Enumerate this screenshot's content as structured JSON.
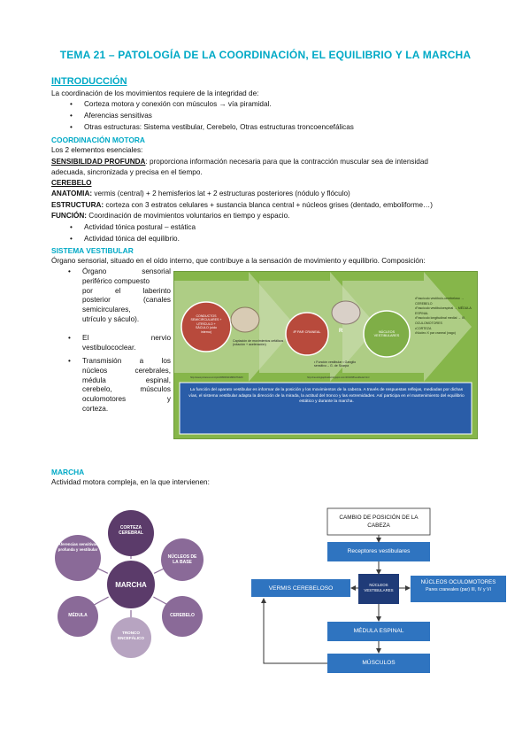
{
  "title": "TEMA 21 – PATOLOGÍA DE LA COORDINACIÓN, EL EQUILIBRIO Y LA MARCHA",
  "intro_heading": "INTRODUCCIÓN",
  "intro_text": "La coordinación de los movimientos requiere de la integridad de:",
  "intro_bullets": [
    "Corteza motora y conexión con músculos → vía piramidal.",
    "Aferencias sensitivas",
    "Otras estructuras: Sistema vestibular, Cerebelo, Otras estructuras troncoencefálicas"
  ],
  "coord_heading": "COORDINACIÓN MOTORA",
  "coord_intro": "Los 2 elementos esenciales:",
  "sens_label": "SENSIBILIDAD PROFUNDA",
  "sens_text_1": ": proporciona información necesaria para que la contracción muscular sea de intensidad",
  "sens_text_2": "adecuada, sincronizada y precisa en el tiempo.",
  "cerebelo_heading": "CEREBELO",
  "anatomia_label": "ANATOMIA:",
  "anatomia_text": " vermis (central) + 2 hemisferios lat + 2 estructuras posteriores (nódulo y flóculo)",
  "estructura_label": "ESTRUCTURA:",
  "estructura_text": " corteza con 3 estratos celulares + sustancia blanca central + núcleos grises (dentado, emboliforme…)",
  "funcion_label": "FUNCIÓN:",
  "funcion_text": " Coordinación de movimientos voluntarios en tiempo y espacio.",
  "cerebelo_bullets": [
    "Actividad tónica postural – estática",
    "Actividad tónica del equilibrio."
  ],
  "vest_heading": "SISTEMA VESTIBULAR",
  "vest_intro": "Órgano sensorial, situado en el oído interno, que contribuye a la sensación de movimiento y equilibrio. Composición:",
  "vest_bullets": [
    [
      "Órgano sensorial",
      "periférico compuesto",
      "por el laberinto",
      "posterior (canales",
      "semicirculares,",
      "utrículo y sáculo)."
    ],
    [
      "El nervio",
      "vestibulococlear."
    ],
    [
      "Transmisión a los",
      "núcleos cerebrales,",
      "médula espinal,",
      "cerebelo, músculos",
      "oculomotores y",
      "corteza."
    ]
  ],
  "vest_graphic": {
    "circle1": "CONDUCTOS SEMICIRCULARES + UTRÍCULO + SÁCULO (oído interno)",
    "caption1": "Captación de movimientos cefálicos (rotación + aceleración)",
    "url1": "http://www.pinterest.com/pin/308636119881976426/",
    "circle2": "8º PAR CRANEAL",
    "caption2": "• Función vestibular • Ganglio sensitivo – G. de Scarpa",
    "url2": "http://neurologiaplicada.blogspot.com/2013/08/vestibular.html",
    "circle3": "NÚCLEOS VESTIBULARES",
    "right_list": [
      "•Fascículo vestíbulo-cerebeloso → CEREBELO",
      "•Fascículo vestibuloespinal → MÉDULA ESPINAL",
      "•Fascículo longitudinal medial → III, OCULOMOTORES",
      "•CORTEZA",
      "•Núcleo X par craneal (vago)"
    ],
    "r_letter": "R",
    "bottom_text": "La función del aparato vestibular es informar de la posición y los movimientos de la cabeza. A través de respuestas reflejas, mediadas por dichas vías, el sistema vestibular adapta la dirección de la mirada, la actitud del tronco y las extremidades. Así participa en el mantenimiento del equilibrio estático y durante la marcha."
  },
  "marcha_heading": "MARCHA",
  "marcha_intro": "Actividad motora compleja, en la que intervienen:",
  "marcha_diagram": {
    "center": "MARCHA",
    "nodes": [
      "CORTEZA CEREBRAL",
      "NÚCLEOS DE LA BASE",
      "CEREBELO",
      "TRONCO ENCEFÁLICO",
      "MÉDULA",
      "Aferencias sensitivas profunda y vestibular"
    ]
  },
  "flow": {
    "top": "CAMBIO DE POSICIÓN DE LA CABEZA",
    "receptores": "Receptores vestibulares",
    "vermis": "VERMIS CEREBELOSO",
    "nucleos": "NÚCLEOS VESTIBULARES",
    "oculo_title": "NÚCLEOS OCULOMOTORES",
    "oculo_sub": "Pares craneales (par) III, IV y VI",
    "medula": "MÉDULA ESPINAL",
    "musculos": "MÚSCULOS"
  },
  "colors": {
    "accent": "#00a9c6",
    "purple_dark": "#5b3b6a",
    "purple_mid": "#8a6a98",
    "purple_light": "#b7a4c1",
    "flow_blue": "#2f74c0",
    "flow_navy": "#1f3b78",
    "vest_green": "#86b64a"
  }
}
